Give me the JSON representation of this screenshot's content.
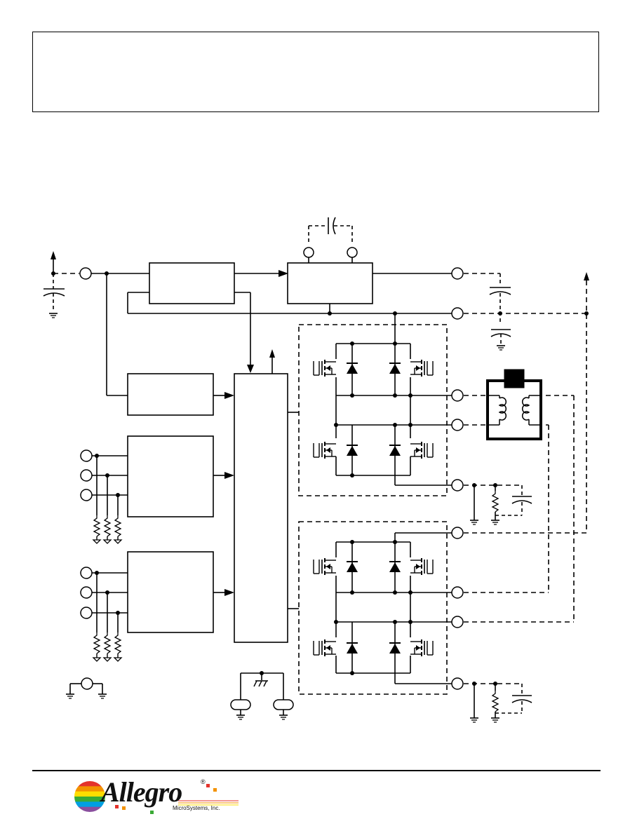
{
  "header": {
    "text": ""
  },
  "diagram": {
    "stroke": "#000000",
    "dash_pattern": "7,5"
  },
  "footer": {
    "logo_text": "Allegro",
    "logo_registered": "®",
    "logo_subtext": "MicroSystems, Inc.",
    "logo_colors": [
      "#e4322b",
      "#f39200",
      "#ffdd00",
      "#3aaa35",
      "#009fe3",
      "#8a4f9e"
    ]
  }
}
